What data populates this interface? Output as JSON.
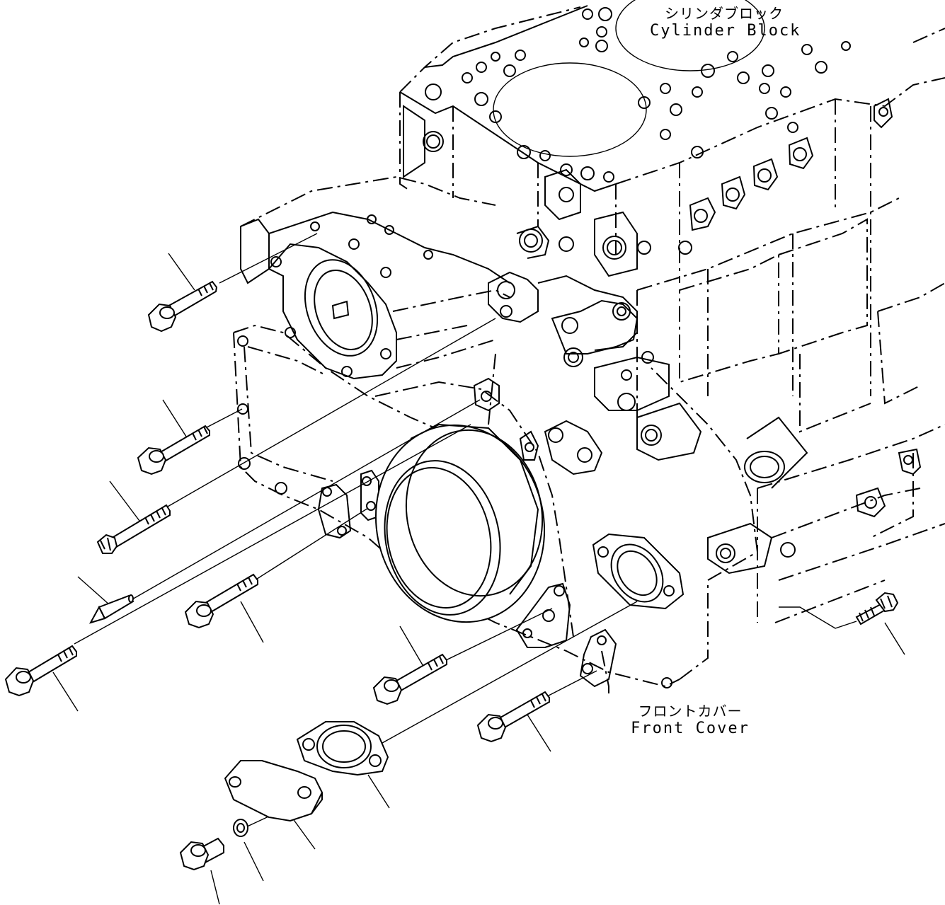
{
  "labels": {
    "cylinder_block_jp": "シリンダブロック",
    "cylinder_block_en": "Cylinder Block",
    "front_cover_jp": "フロントカバー",
    "front_cover_en": "Front Cover"
  },
  "colors": {
    "line": "#000000",
    "background": "#ffffff"
  }
}
